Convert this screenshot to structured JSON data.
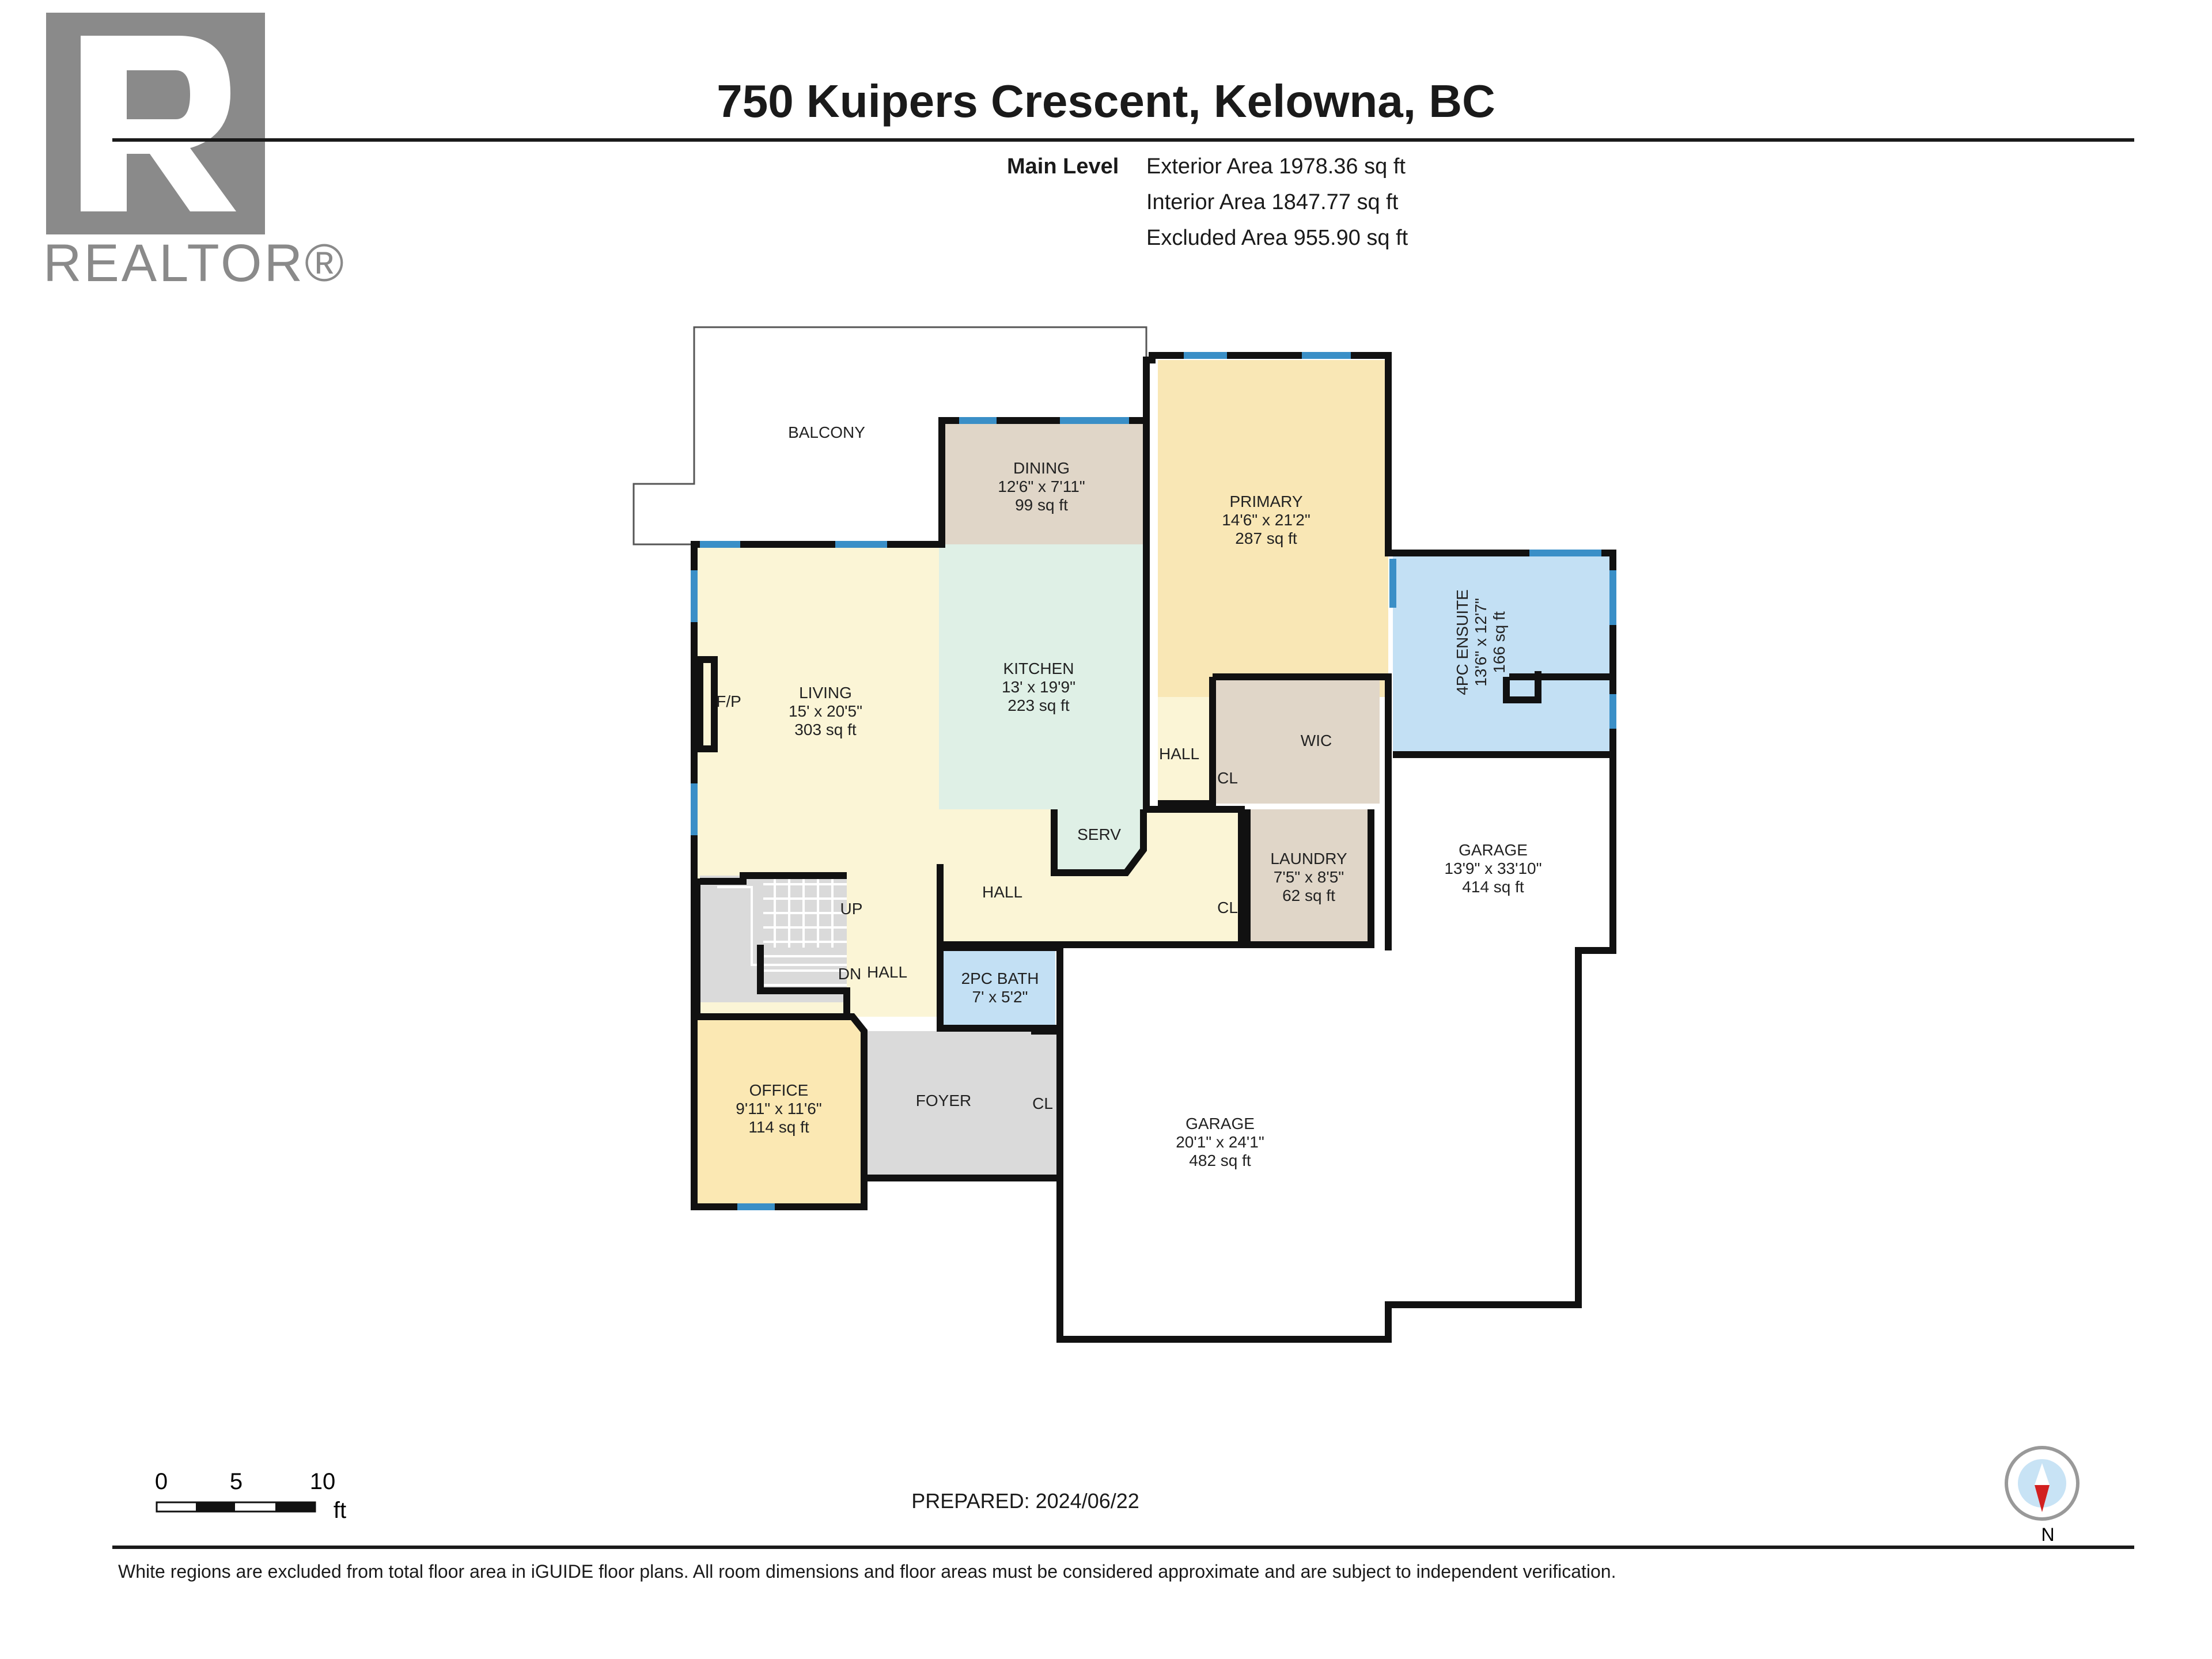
{
  "header": {
    "title": "750 Kuipers Crescent, Kelowna, BC",
    "logo_text": "REALTOR®",
    "level_label": "Main Level",
    "areas": [
      "Exterior Area 1978.36 sq ft",
      "Interior Area 1847.77 sq ft",
      "Excluded Area 955.90 sq ft"
    ]
  },
  "rooms": {
    "balcony": "BALCONY",
    "dining": {
      "name": "DINING",
      "dims": "12'6\" x 7'11\"",
      "area": "99 sq ft"
    },
    "primary": {
      "name": "PRIMARY",
      "dims": "14'6\" x 21'2\"",
      "area": "287 sq ft"
    },
    "ensuite": {
      "name": "4PC ENSUITE",
      "dims": "13'6\" x 12'7\"",
      "area": "166 sq ft"
    },
    "living": {
      "name": "LIVING",
      "dims": "15' x 20'5\"",
      "area": "303 sq ft"
    },
    "kitchen": {
      "name": "KITCHEN",
      "dims": "13' x 19'9\"",
      "area": "223 sq ft"
    },
    "fp": "F/P",
    "hall1": "HALL",
    "cl1": "CL",
    "wic": "WIC",
    "serv": "SERV",
    "hall2": "HALL",
    "cl2": "CL",
    "laundry": {
      "name": "LAUNDRY",
      "dims": "7'5\" x 8'5\"",
      "area": "62 sq ft"
    },
    "garage_right": {
      "name": "GARAGE",
      "dims": "13'9\" x 33'10\"",
      "area": "414 sq ft"
    },
    "up": "UP",
    "dn": "DN",
    "hall3": "HALL",
    "bath2": {
      "name": "2PC BATH",
      "dims": "7' x 5'2\""
    },
    "office": {
      "name": "OFFICE",
      "dims": "9'11\" x 11'6\"",
      "area": "114 sq ft"
    },
    "foyer": "FOYER",
    "cl3": "CL",
    "garage_main": {
      "name": "GARAGE",
      "dims": "20'1\" x 24'1\"",
      "area": "482 sq ft"
    }
  },
  "scale": {
    "ticks": [
      "0",
      "5",
      "10"
    ],
    "unit": "ft"
  },
  "prepared": "PREPARED: 2024/06/22",
  "compass": {
    "label": "N"
  },
  "footer_note": "White regions are excluded from total floor area in iGUIDE floor plans. All room dimensions and floor areas must be considered approximate and are subject to independent verification.",
  "colors": {
    "walls": "#111111",
    "window": "#3a8fc7",
    "living": "#fbf5d6",
    "kitchen": "#dff0e6",
    "dining": "#e0d6c8",
    "primary": "#f9e7b5",
    "ensuite": "#c3e0f4",
    "wic": "#e0d6c8",
    "laundry": "#e0d6c8",
    "office": "#fbe8b3",
    "bath": "#c3e0f4",
    "foyer": "#dadada",
    "stairs": "#dadada",
    "serv": "#dff0e6",
    "logo": "#8a8a8a"
  }
}
